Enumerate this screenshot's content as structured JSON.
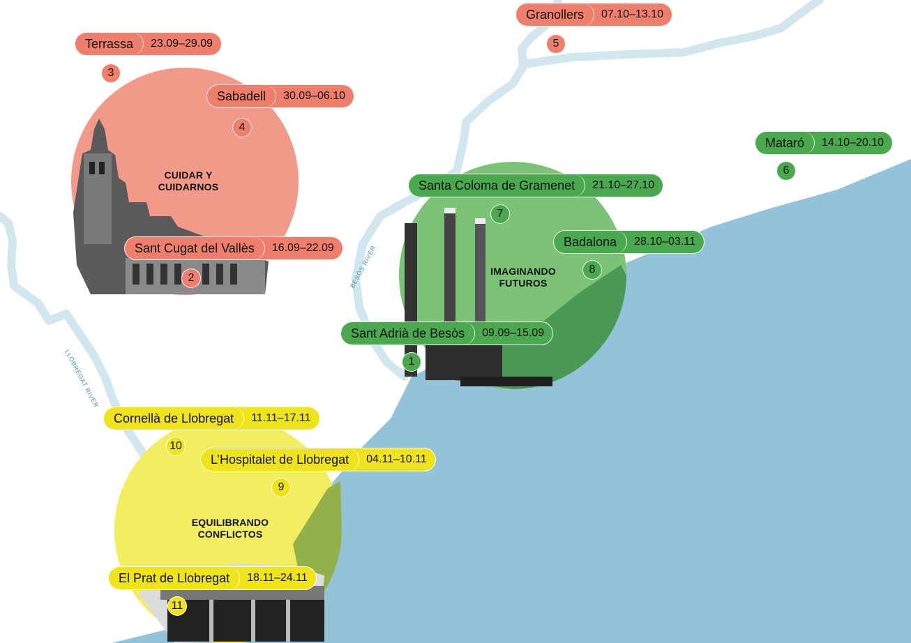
{
  "colors": {
    "red": "#ee7f6d",
    "green": "#4aa84e",
    "yellow": "#efe41c",
    "sea": "#94c3d9",
    "river": "#d2e6f0"
  },
  "zones": [
    {
      "id": "red",
      "title_line1": "CUIDAR Y",
      "title_line2": "CUIDARNOS"
    },
    {
      "id": "green",
      "title_line1": "IMAGINANDO",
      "title_line2": "FUTUROS"
    },
    {
      "id": "yellow",
      "title_line1": "EQUILIBRANDO",
      "title_line2": "CONFLICTOS"
    }
  ],
  "rivers": {
    "llobregat": "LLOBREGAT RIVER",
    "besos": "BESÒS RIVER"
  },
  "stops": [
    {
      "num": "1",
      "city": "Sant Adrià de Besòs",
      "dates": "09.09–15.09",
      "color": "green"
    },
    {
      "num": "2",
      "city": "Sant Cugat del Vallès",
      "dates": "16.09–22.09",
      "color": "red"
    },
    {
      "num": "3",
      "city": "Terrassa",
      "dates": "23.09–29.09",
      "color": "red"
    },
    {
      "num": "4",
      "city": "Sabadell",
      "dates": "30.09–06.10",
      "color": "red"
    },
    {
      "num": "5",
      "city": "Granollers",
      "dates": "07.10–13.10",
      "color": "red"
    },
    {
      "num": "6",
      "city": "Mataró",
      "dates": "14.10–20.10",
      "color": "green"
    },
    {
      "num": "7",
      "city": "Santa Coloma de Gramenet",
      "dates": "21.10–27.10",
      "color": "green"
    },
    {
      "num": "8",
      "city": "Badalona",
      "dates": "28.10–03.11",
      "color": "green"
    },
    {
      "num": "9",
      "city": "L’Hospitalet de Llobregat",
      "dates": "04.11–10.11",
      "color": "yellow"
    },
    {
      "num": "10",
      "city": "Cornellà de Llobregat",
      "dates": "11.11–17.11",
      "color": "yellow"
    },
    {
      "num": "11",
      "city": "El Prat de Llobregat",
      "dates": "18.11–24.11",
      "color": "yellow"
    }
  ]
}
